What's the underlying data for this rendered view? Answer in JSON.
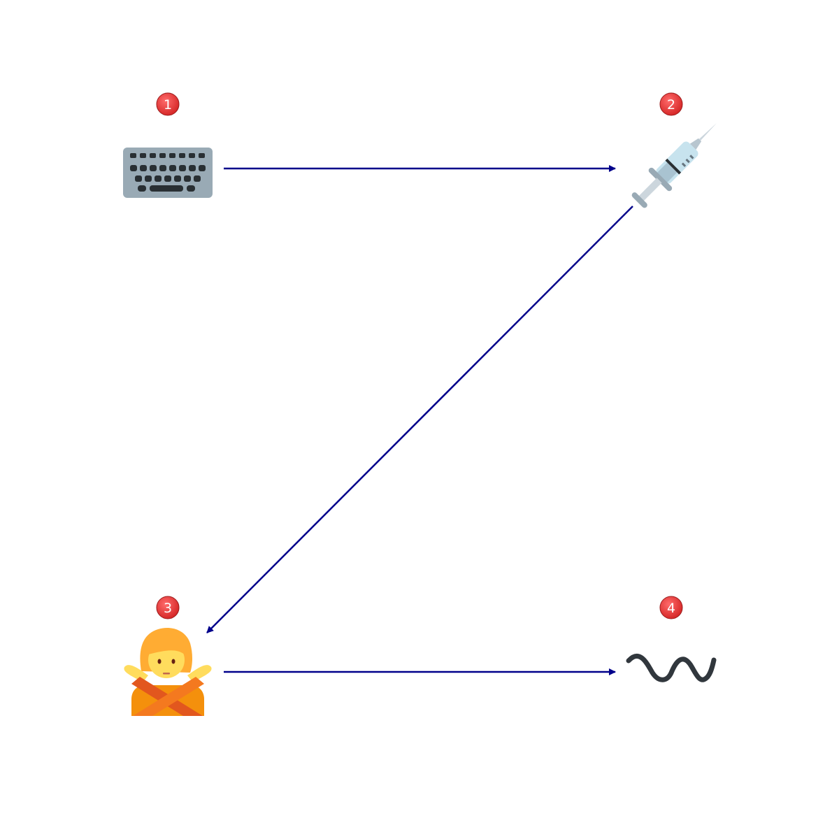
{
  "diagram": {
    "nodes": [
      {
        "id": "1",
        "badge": "1",
        "icon": "keyboard-icon"
      },
      {
        "id": "2",
        "badge": "2",
        "icon": "syringe-icon"
      },
      {
        "id": "3",
        "badge": "3",
        "icon": "person-gesturing-no-icon"
      },
      {
        "id": "4",
        "badge": "4",
        "icon": "wavy-dash-icon"
      }
    ],
    "edges": [
      {
        "from": "1",
        "to": "2"
      },
      {
        "from": "2",
        "to": "3"
      },
      {
        "from": "3",
        "to": "4"
      }
    ],
    "colors": {
      "arrow": "#00008b",
      "badge_fill": "#e8383d",
      "badge_text": "#ffffff"
    }
  }
}
